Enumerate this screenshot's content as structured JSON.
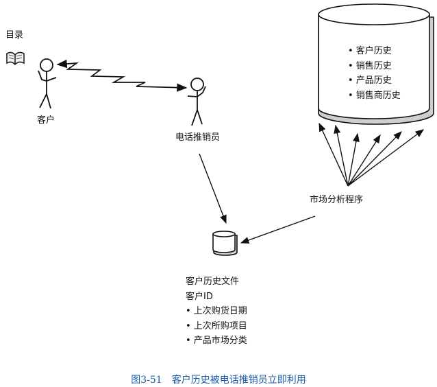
{
  "catalog": {
    "label": "目录",
    "icon": "open-book-icon"
  },
  "customer": {
    "label": "客户"
  },
  "telemarketer": {
    "label": "电话推销员"
  },
  "history_db": {
    "items": [
      "• 客户历史",
      "• 销售历史",
      "• 产品历史",
      "• 销售商历史"
    ]
  },
  "market_analysis": {
    "label": "市场分析程序"
  },
  "customer_file": {
    "title": "客户历史文件",
    "id_label": "客户ID",
    "items": [
      "• 上次购货日期",
      "• 上次所购项目",
      "• 产品市场分类"
    ]
  },
  "caption": "图3-51　客户历史被电话推销员立即利用"
}
